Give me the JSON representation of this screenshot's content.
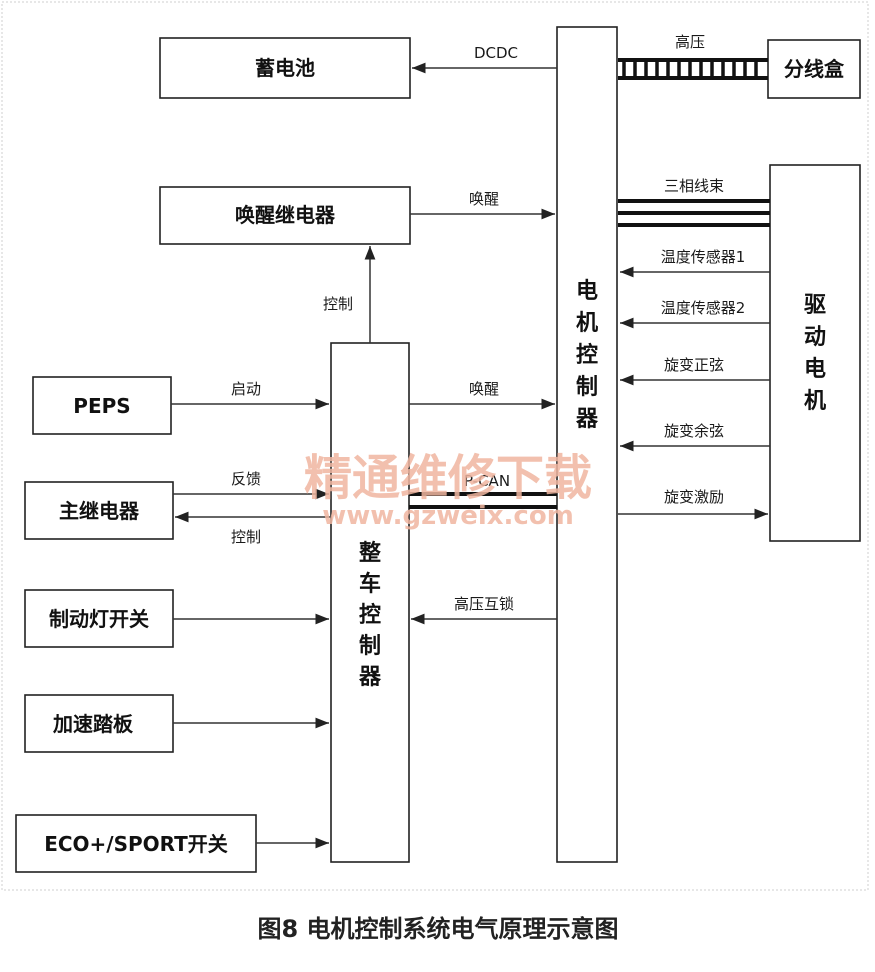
{
  "blocks": {
    "battery": "蓄电池",
    "wake_relay": "唤醒继电器",
    "peps": "PEPS",
    "main_relay": "主继电器",
    "brake_switch": "制动灯开关",
    "accel_pedal": "加速踏板",
    "eco_switch": "ECO+/SPORT开关",
    "junction_box": "分线盒",
    "vcu": [
      "整",
      "车",
      "控",
      "制",
      "器"
    ],
    "mcu": [
      "电",
      "机",
      "控",
      "制",
      "器"
    ],
    "motor": [
      "驱",
      "动",
      "电",
      "机"
    ]
  },
  "signals": {
    "dcdc": "DCDC",
    "high_voltage": "高压",
    "wake_1": "唤醒",
    "three_phase": "三相线束",
    "temp1": "温度传感器1",
    "temp2": "温度传感器2",
    "control_up": "控制",
    "start": "启动",
    "wake_2": "唤醒",
    "resolver_sin": "旋变正弦",
    "resolver_cos": "旋变余弦",
    "feedback": "反馈",
    "pcan": "P-CAN",
    "resolver_exc": "旋变激励",
    "control_relay": "控制",
    "hv_interlock": "高压互锁"
  },
  "watermark": {
    "title": "精通维修下载",
    "url": "www.gzweix.com"
  },
  "caption": "图8 电机控制系统电气原理示意图"
}
